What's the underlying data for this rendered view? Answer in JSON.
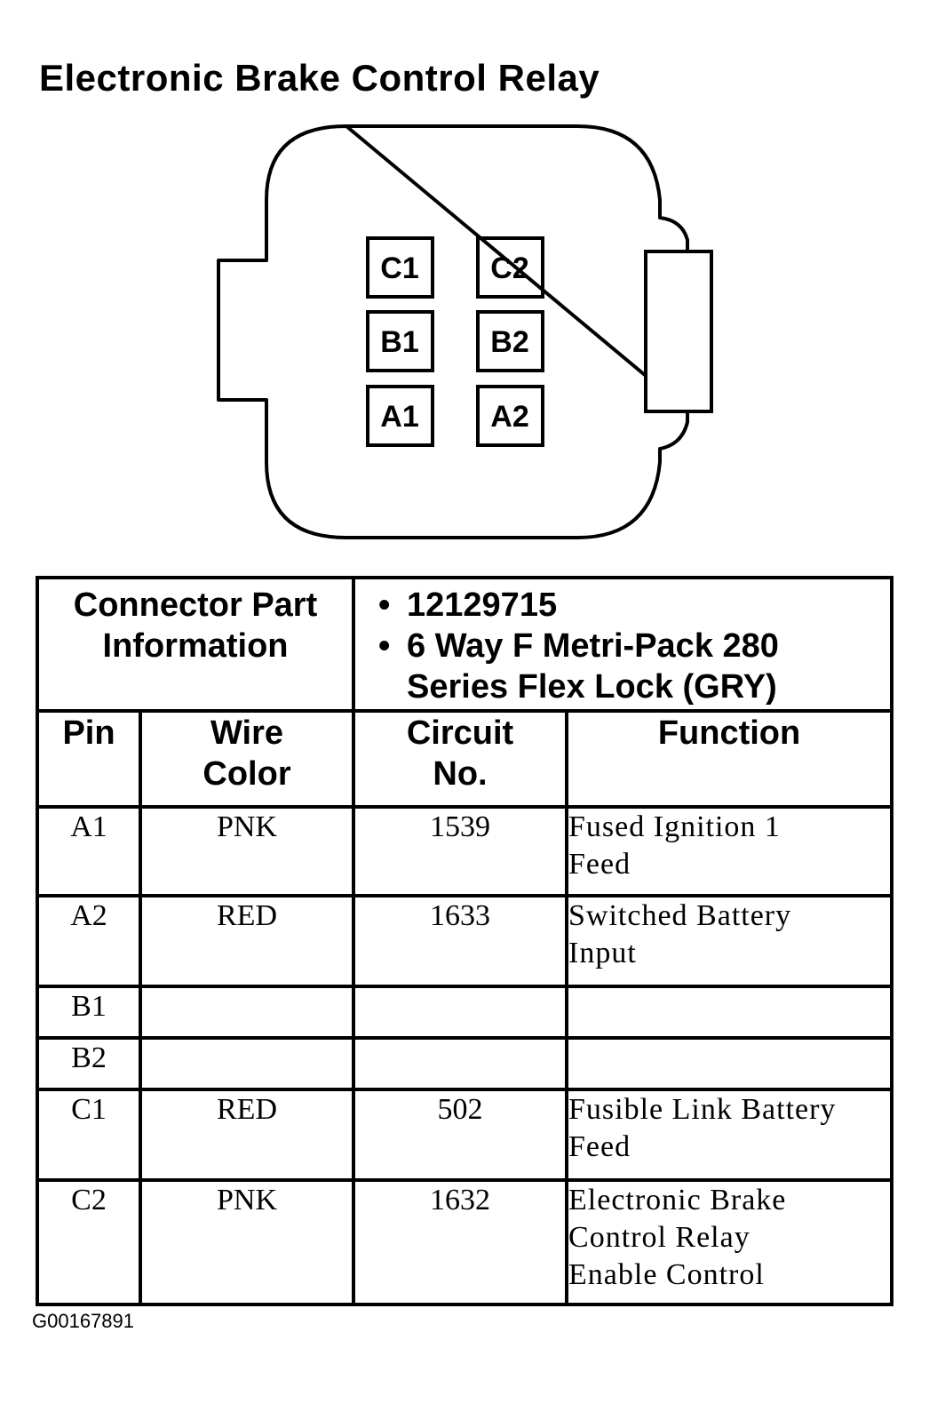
{
  "title": "Electronic Brake Control Relay",
  "connector": {
    "pins": [
      "C1",
      "C2",
      "B1",
      "B2",
      "A1",
      "A2"
    ]
  },
  "table": {
    "info_label": [
      "Connector Part",
      "Information"
    ],
    "info_items": [
      "12129715",
      "6 Way F Metri-Pack 280 Series Flex Lock (GRY)"
    ],
    "headers": {
      "pin": "Pin",
      "wire_color": [
        "Wire",
        "Color"
      ],
      "circuit": [
        "Circuit",
        "No."
      ],
      "function": "Function"
    },
    "rows": [
      {
        "pin": "A1",
        "color": "PNK",
        "circuit": "1539",
        "function": [
          "Fused Ignition 1",
          "Feed"
        ]
      },
      {
        "pin": "A2",
        "color": "RED",
        "circuit": "1633",
        "function": [
          "Switched Battery",
          "Input"
        ]
      },
      {
        "pin": "B1",
        "color": "",
        "circuit": "",
        "function": [
          ""
        ]
      },
      {
        "pin": "B2",
        "color": "",
        "circuit": "",
        "function": [
          ""
        ]
      },
      {
        "pin": "C1",
        "color": "RED",
        "circuit": "502",
        "function": [
          "Fusible Link Battery",
          "Feed"
        ]
      },
      {
        "pin": "C2",
        "color": "PNK",
        "circuit": "1632",
        "function": [
          "Electronic Brake",
          "Control Relay",
          "Enable Control"
        ]
      }
    ]
  },
  "figure_id": "G00167891"
}
